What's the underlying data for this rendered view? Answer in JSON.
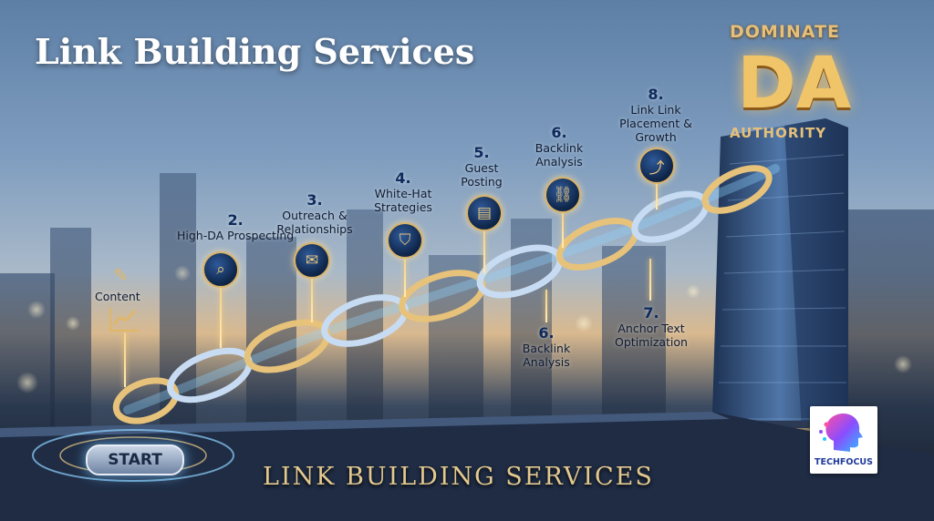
{
  "title": "Link Building Services",
  "footer_banner": "LINK BUILDING SERVICES",
  "start_label": "START",
  "badge": {
    "top": "DOMINATE",
    "main": "DA",
    "bottom": "AUTHORITY"
  },
  "logo": {
    "text": "TECHFOCUS"
  },
  "steps": [
    {
      "label": "Content",
      "icon": "chart-icon"
    },
    {
      "number": "2.",
      "label": "High-DA Prospecting",
      "icon": "search-icon"
    },
    {
      "number": "3.",
      "label": "Outreach & Relationships",
      "icon": "handshake-icon"
    },
    {
      "number": "4.",
      "label": "White-Hat Strategies",
      "icon": "shield-icon"
    },
    {
      "number": "5.",
      "label": "Guest Posting",
      "icon": "document-icon"
    },
    {
      "number": "6.",
      "label": "Backlink Analysis",
      "icon": "link-icon"
    },
    {
      "number": "6.",
      "label": "Backlink Analysis"
    },
    {
      "number": "7.",
      "label": "Anchor Text Optimization"
    },
    {
      "number": "8.",
      "label": "Link Link Placement & Growth",
      "icon": "growth-chart-icon"
    }
  ],
  "colors": {
    "gold": "#d9b46a",
    "navy": "#0d2346",
    "glow": "#8fd3ff"
  }
}
